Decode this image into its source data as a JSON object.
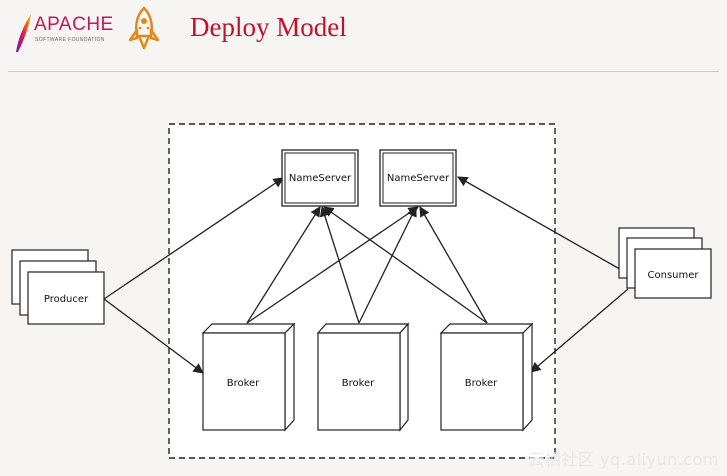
{
  "header": {
    "apache_wordmark": "APACHE",
    "apache_subtext": "SOFTWARE FOUNDATION",
    "title": "Deploy Model"
  },
  "diagram": {
    "nameservers": [
      "NameServer",
      "NameServer"
    ],
    "brokers": [
      "Broker",
      "Broker",
      "Broker"
    ],
    "producer": "Producer",
    "consumer": "Consumer"
  },
  "watermark": "云栖社区 yq.aliyun.com",
  "colors": {
    "title": "#c0122d",
    "apache": "#c2185b",
    "background": "#f7f5f3"
  }
}
